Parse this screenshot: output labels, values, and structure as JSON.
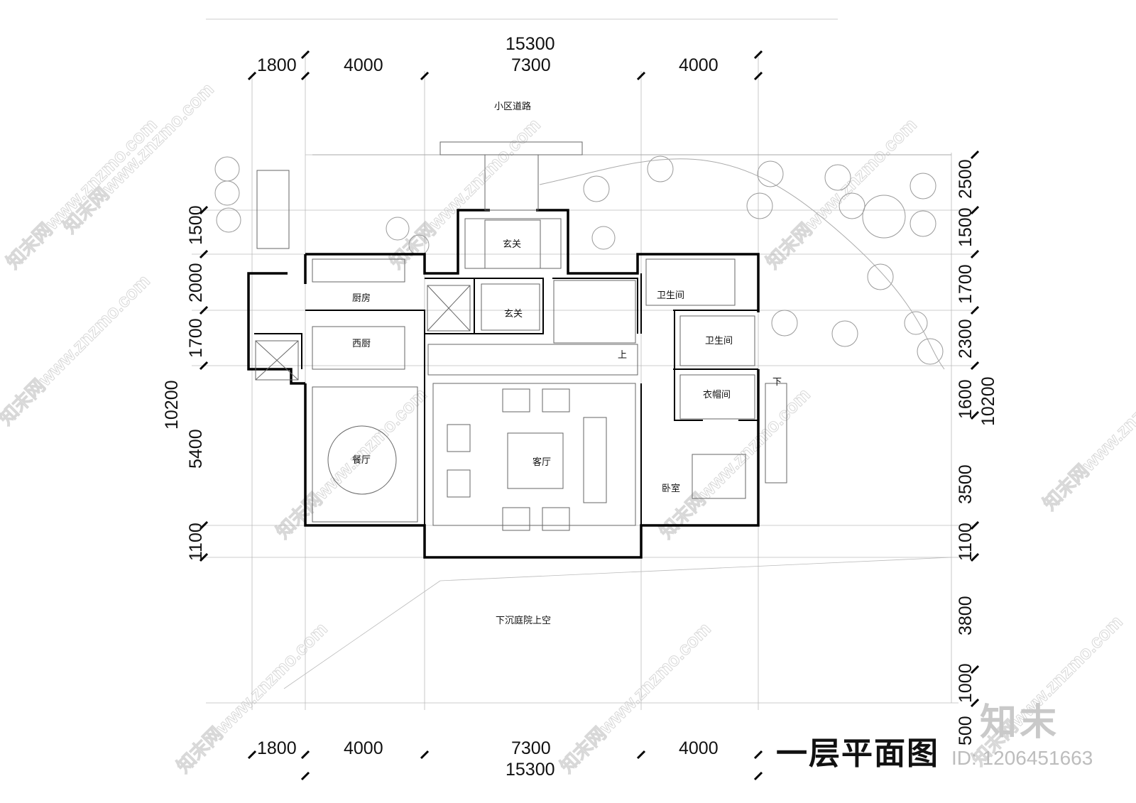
{
  "drawing": {
    "title": "一层平面图",
    "id_label": "ID: 1206451663",
    "brand": "知末",
    "watermark": "知末网www.znzmo.com"
  },
  "dimensions": {
    "top_total": "15300",
    "top_segments": [
      "1800",
      "4000",
      "7300",
      "4000"
    ],
    "bottom_total": "15300",
    "bottom_segments": [
      "1800",
      "4000",
      "7300",
      "4000"
    ],
    "left_total": "10200",
    "left_segments": [
      "1500",
      "2000",
      "1700",
      "5400",
      "1100"
    ],
    "right_total": "10200",
    "right_segments": [
      "2500",
      "1500",
      "1700",
      "2300",
      "1600",
      "3500",
      "1100",
      "3800",
      "1000",
      "500"
    ]
  },
  "rooms": {
    "road": "小区道路",
    "foyer_outer": "玄关",
    "foyer_inner": "玄关",
    "kitchen": "厨房",
    "western_kitchen": "西厨",
    "dining": "餐厅",
    "living": "客厅",
    "bath1": "卫生间",
    "bath2": "卫生间",
    "cloakroom": "衣帽间",
    "bedroom": "卧室",
    "sunken_court": "下沉庭院上空",
    "stair_up": "上",
    "stair_down": "下"
  }
}
